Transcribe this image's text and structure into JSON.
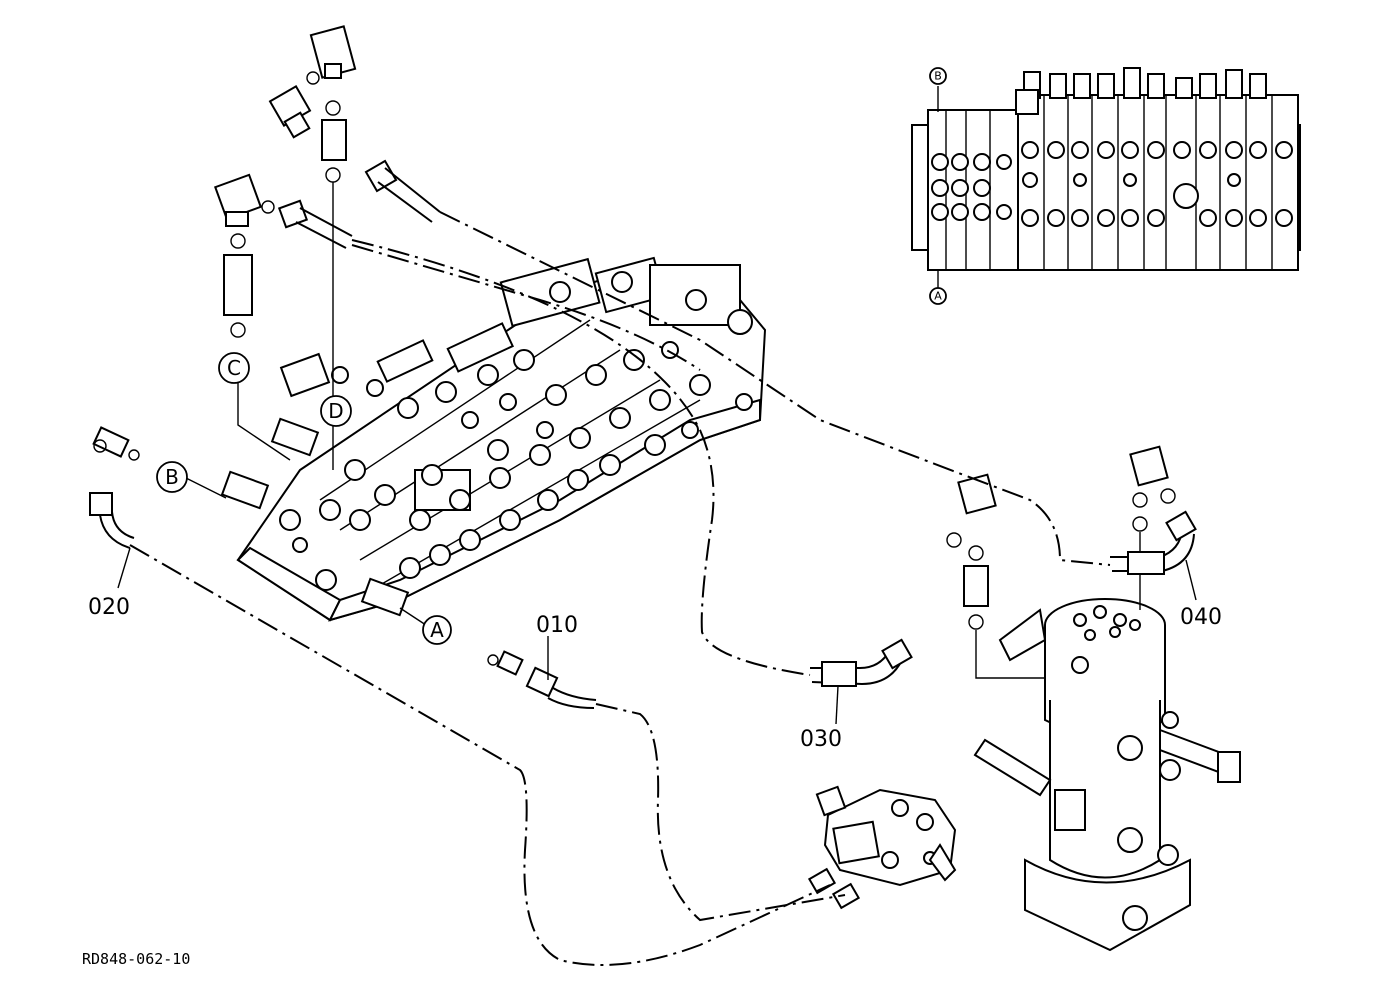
{
  "diagram": {
    "drawing_code": "RD848-062-10",
    "part_labels": {
      "p010": "010",
      "p020": "020",
      "p030": "030",
      "p040": "040"
    },
    "callouts": {
      "a": "A",
      "b": "B",
      "c": "C",
      "d": "D"
    },
    "inset_callouts": {
      "a": "A",
      "b": "B"
    }
  }
}
